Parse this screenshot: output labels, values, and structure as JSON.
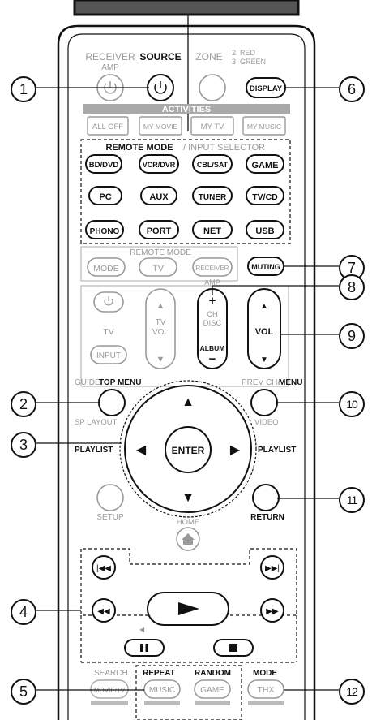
{
  "labels": {
    "receiver": "RECEIVER",
    "amp": "AMP",
    "source": "SOURCE",
    "zone": "ZONE",
    "zone_2": "2",
    "zone_3": "3",
    "zone_red": "RED",
    "zone_green": "GREEN",
    "activities": "ACTIVITIES",
    "remote_mode_selector": "REMOTE MODE",
    "input_selector": "/ INPUT SELECTOR",
    "remote_mode_2": "REMOTE MODE",
    "amp_2": "AMP",
    "tv": "TV",
    "tv_vol": "TV",
    "tv_vol_2": "VOL",
    "ch": "CH",
    "disc": "DISC",
    "album": "ALBUM",
    "vol": "VOL",
    "guide": "GUIDE/",
    "top_menu": "TOP MENU",
    "prev_ch": "PREV CH/",
    "menu": "MENU",
    "sp_layout": "SP LAYOUT",
    "video": "VIDEO",
    "playlist_left": "PLAYLIST",
    "playlist_right": "PLAYLIST",
    "setup": "SETUP",
    "home": "HOME",
    "return": "RETURN",
    "search": "SEARCH",
    "repeat": "REPEAT",
    "random": "RANDOM",
    "mode": "MODE",
    "plus": "+",
    "minus": "−"
  },
  "buttons": {
    "display": "DISPLAY",
    "all_off": "ALL OFF",
    "my_movie": "MY MOVIE",
    "my_tv": "MY TV",
    "my_music": "MY MUSIC",
    "bd_dvd": "BD/DVD",
    "vcr_dvr": "VCR/DVR",
    "cbl_sat": "CBL/SAT",
    "game": "GAME",
    "pc": "PC",
    "aux": "AUX",
    "tuner": "TUNER",
    "tv_cd": "TV/CD",
    "phono": "PHONO",
    "port": "PORT",
    "net": "NET",
    "usb": "USB",
    "mode": "MODE",
    "tv": "TV",
    "receiver": "RECEIVER",
    "muting": "MUTING",
    "input": "INPUT",
    "enter": "ENTER",
    "movie_tv": "MOVIE/TV",
    "music": "MUSIC",
    "game_mode": "GAME",
    "thx": "THX"
  },
  "callouts": [
    "1",
    "2",
    "3",
    "4",
    "5",
    "6",
    "7",
    "8",
    "9",
    "10",
    "11",
    "12"
  ]
}
